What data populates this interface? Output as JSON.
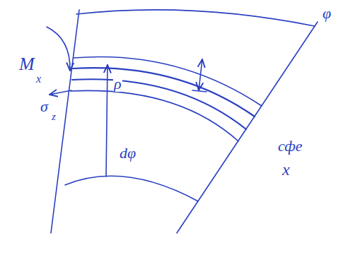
{
  "diagram": {
    "labels": [
      "M",
      "x",
      "σ",
      "z",
      "ρ",
      "dφ",
      "φ",
      "сфе",
      "x"
    ]
  }
}
